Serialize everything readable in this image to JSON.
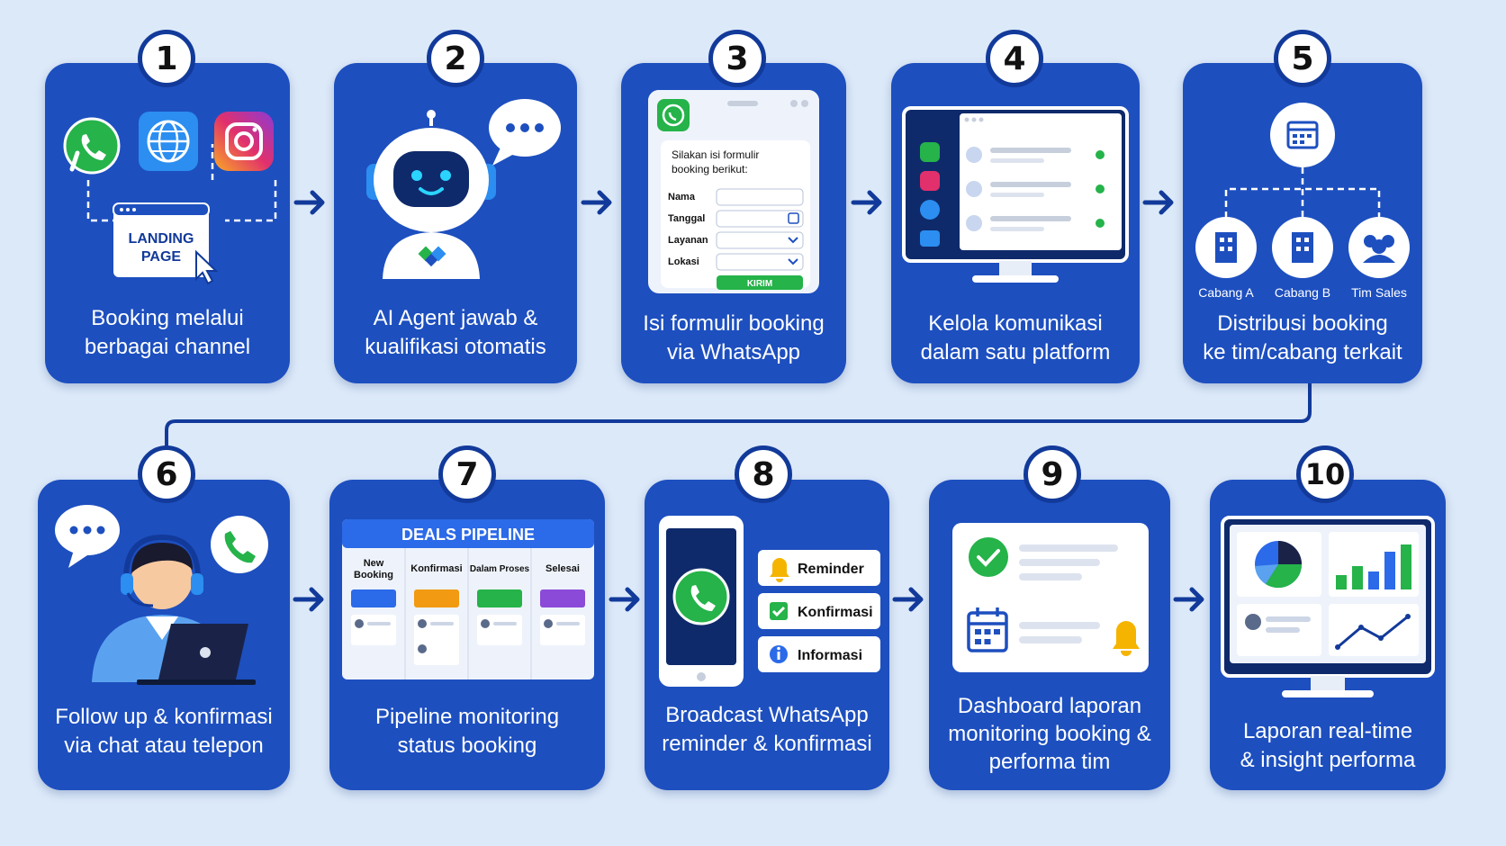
{
  "steps": [
    {
      "number": "1",
      "caption": [
        "Booking melalui",
        "berbagai channel"
      ],
      "landing": [
        "LANDING",
        "PAGE"
      ]
    },
    {
      "number": "2",
      "caption": [
        "AI Agent jawab &",
        "kualifikasi otomatis"
      ]
    },
    {
      "number": "3",
      "caption": [
        "Isi formulir booking",
        "via WhatsApp"
      ],
      "form": {
        "intro": [
          "Silakan isi formulir",
          "booking berikut:"
        ],
        "fields": [
          "Nama",
          "Tanggal",
          "Layanan",
          "Lokasi"
        ],
        "submit": "KIRIM"
      }
    },
    {
      "number": "4",
      "caption": [
        "Kelola komunikasi",
        "dalam satu platform"
      ]
    },
    {
      "number": "5",
      "caption": [
        "Distribusi booking",
        "ke tim/cabang terkait"
      ],
      "branches": [
        "Cabang A",
        "Cabang B",
        "Tim Sales"
      ]
    },
    {
      "number": "6",
      "caption": [
        "Follow up & konfirmasi",
        "via chat atau telepon"
      ]
    },
    {
      "number": "7",
      "caption": [
        "Pipeline monitoring",
        "status booking"
      ],
      "pipeline": {
        "title": "DEALS PIPELINE",
        "columns": [
          [
            "New",
            "Booking"
          ],
          [
            "Konfirmasi"
          ],
          [
            "Dalam Proses"
          ],
          [
            "Selesai"
          ]
        ]
      }
    },
    {
      "number": "8",
      "caption": [
        "Broadcast WhatsApp",
        "reminder & konfirmasi"
      ],
      "messages": [
        "Reminder",
        "Konfirmasi",
        "Informasi"
      ]
    },
    {
      "number": "9",
      "caption": [
        "Dashboard laporan",
        "monitoring booking &",
        "performa tim"
      ]
    },
    {
      "number": "10",
      "caption": [
        "Laporan real-time",
        "& insight performa"
      ]
    }
  ],
  "colors": {
    "background": "#dce9f9",
    "card": "#1d4fbf",
    "accent": "#123a9a",
    "whatsapp": "#25b34a",
    "yellow": "#f5b400",
    "purple": "#8b4ad8",
    "orange": "#f29a12"
  },
  "icons": [
    "whatsapp-icon",
    "globe-icon",
    "instagram-icon",
    "robot-icon",
    "chat-bubble-icon",
    "calendar-icon",
    "building-icon",
    "team-icon",
    "headset-agent-icon",
    "phone-icon",
    "bell-icon",
    "check-icon",
    "info-icon",
    "pie-chart-icon",
    "bar-chart-icon",
    "line-chart-icon"
  ]
}
